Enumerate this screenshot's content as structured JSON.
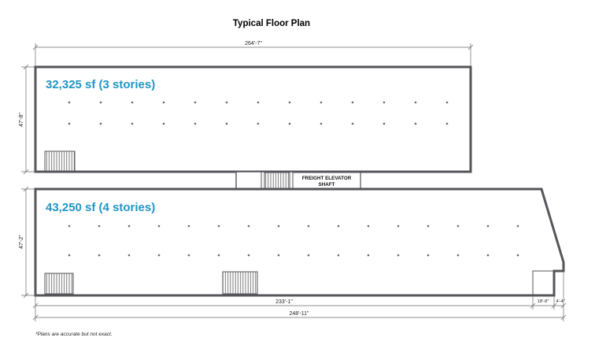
{
  "title": "Typical Floor Plan",
  "footnote": "*Plans are accurate but not exact.",
  "accent_color": "#2095c3",
  "buildings": {
    "top": {
      "label": "32,325 sf (3 stories)"
    },
    "bottom": {
      "label": "43,250 sf (4 stories)"
    }
  },
  "labels": {
    "freight_line1": "FREIGHT ELEVATOR",
    "freight_line2": "SHAFT"
  },
  "dimensions": {
    "top_width": "264'-7\"",
    "top_height": "47'-8\"",
    "bottom_height": "47'-2\"",
    "bottom_inner_width": "233'-1\"",
    "notch_width": "18'-8\"",
    "corner_width": "4'-4\"",
    "bottom_outer_width": "248'-11\""
  }
}
